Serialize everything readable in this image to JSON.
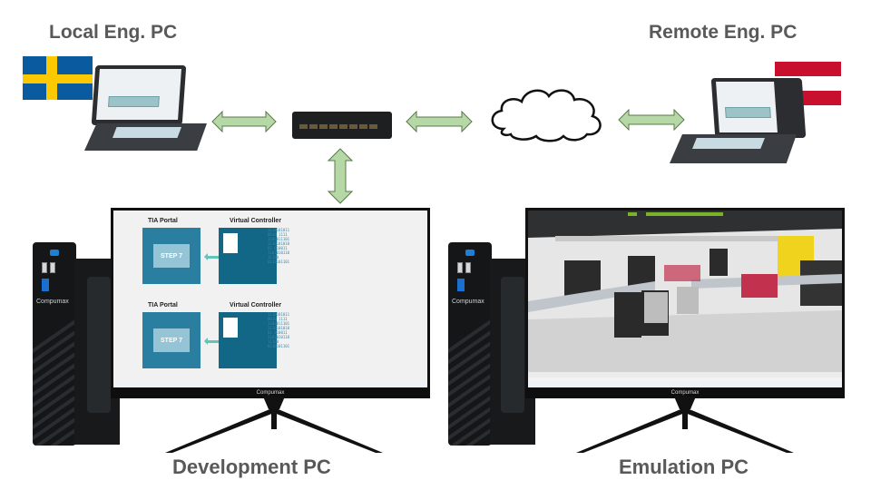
{
  "diagram": {
    "nodes": {
      "local_eng_pc": {
        "label": "Local Eng. PC",
        "flag": "sweden-flag"
      },
      "remote_eng_pc": {
        "label": "Remote Eng. PC",
        "flag": "austria-flag"
      },
      "network_switch": {
        "label": ""
      },
      "internet_cloud": {
        "label": ""
      },
      "development_pc": {
        "label": "Development PC",
        "brand": "Compumax"
      },
      "emulation_pc": {
        "label": "Emulation PC",
        "brand": "Compumax"
      }
    },
    "connections": [
      {
        "from": "local_eng_pc",
        "to": "network_switch",
        "type": "bidirectional"
      },
      {
        "from": "network_switch",
        "to": "internet_cloud",
        "type": "bidirectional"
      },
      {
        "from": "internet_cloud",
        "to": "remote_eng_pc",
        "type": "bidirectional"
      },
      {
        "from": "network_switch",
        "to": "development_pc",
        "type": "bidirectional"
      }
    ],
    "development_screen": {
      "pairs": [
        {
          "left_title": "TIA Portal",
          "left_inner": "STEP 7",
          "right_title": "Virtual Controller"
        },
        {
          "left_title": "TIA Portal",
          "left_inner": "STEP 7",
          "right_title": "Virtual Controller"
        }
      ]
    },
    "monitor_brand": "Compumax",
    "colors": {
      "arrow_fill": "#b5d8a6",
      "arrow_stroke": "#5a7a4a",
      "label_text": "#595959",
      "tia_blue": "#2a7fa1",
      "controller_blue": "#126786",
      "emulation_accent": "#7bb22c"
    }
  }
}
